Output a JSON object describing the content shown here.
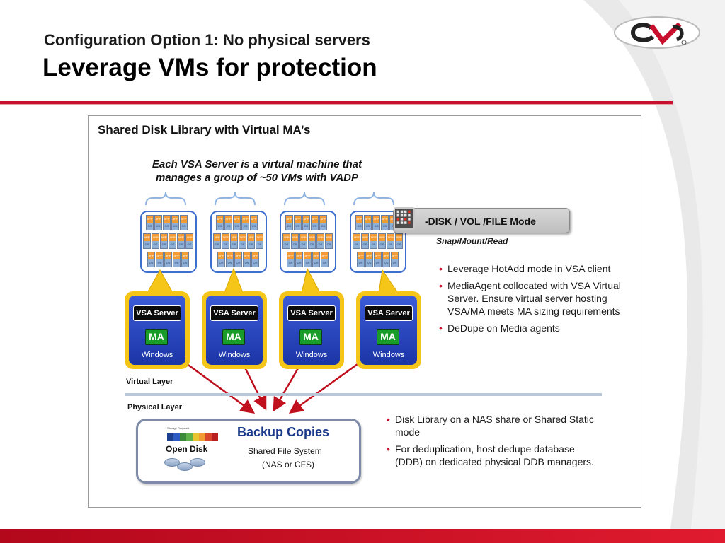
{
  "slide": {
    "title_line1": "Configuration Option 1: No physical servers",
    "title_line2": "Leverage VMs for protection"
  },
  "panel": {
    "title": "Shared Disk Library with Virtual MA’s",
    "vsa_note_line1": "Each VSA Server is a virtual machine that",
    "vsa_note_line2": "manages a group of ~50 VMs with VADP",
    "vm_app_label": "APP",
    "vm_os_label": "OS"
  },
  "servers": [
    {
      "label": "VSA Server",
      "ma": "MA",
      "os": "Windows"
    },
    {
      "label": "VSA Server",
      "ma": "MA",
      "os": "Windows"
    },
    {
      "label": "VSA Server",
      "ma": "MA",
      "os": "Windows"
    },
    {
      "label": "VSA Server",
      "ma": "MA",
      "os": "Windows"
    }
  ],
  "disk_mode": {
    "label": "-DISK / VOL /FILE Mode",
    "caption": "Snap/Mount/Read"
  },
  "notes_virtual": [
    "Leverage HotAdd mode in VSA client",
    "MediaAgent collocated with VSA Virtual Server. Ensure virtual server hosting VSA/MA meets MA sizing requirements",
    "DeDupe on Media agents"
  ],
  "layers": {
    "virtual": "Virtual Layer",
    "physical": "Physical Layer"
  },
  "storage": {
    "open_disk": "Open Disk",
    "title": "Backup Copies",
    "subtitle1": "Shared File System",
    "subtitle2": "(NAS or CFS)",
    "mini_label": "Storage Required"
  },
  "notes_physical": [
    "Disk Library on a NAS share or Shared Static mode",
    "For deduplication, host dedupe database (DDB) on dedicated physical DDB managers."
  ],
  "colors": {
    "accent_red": "#c8102e",
    "server_yellow": "#f5c518",
    "server_blue": "#1b35a6",
    "ma_green": "#1a9c2a",
    "arrow_red": "#c0101e",
    "backup_title_blue": "#1b3a8a"
  }
}
